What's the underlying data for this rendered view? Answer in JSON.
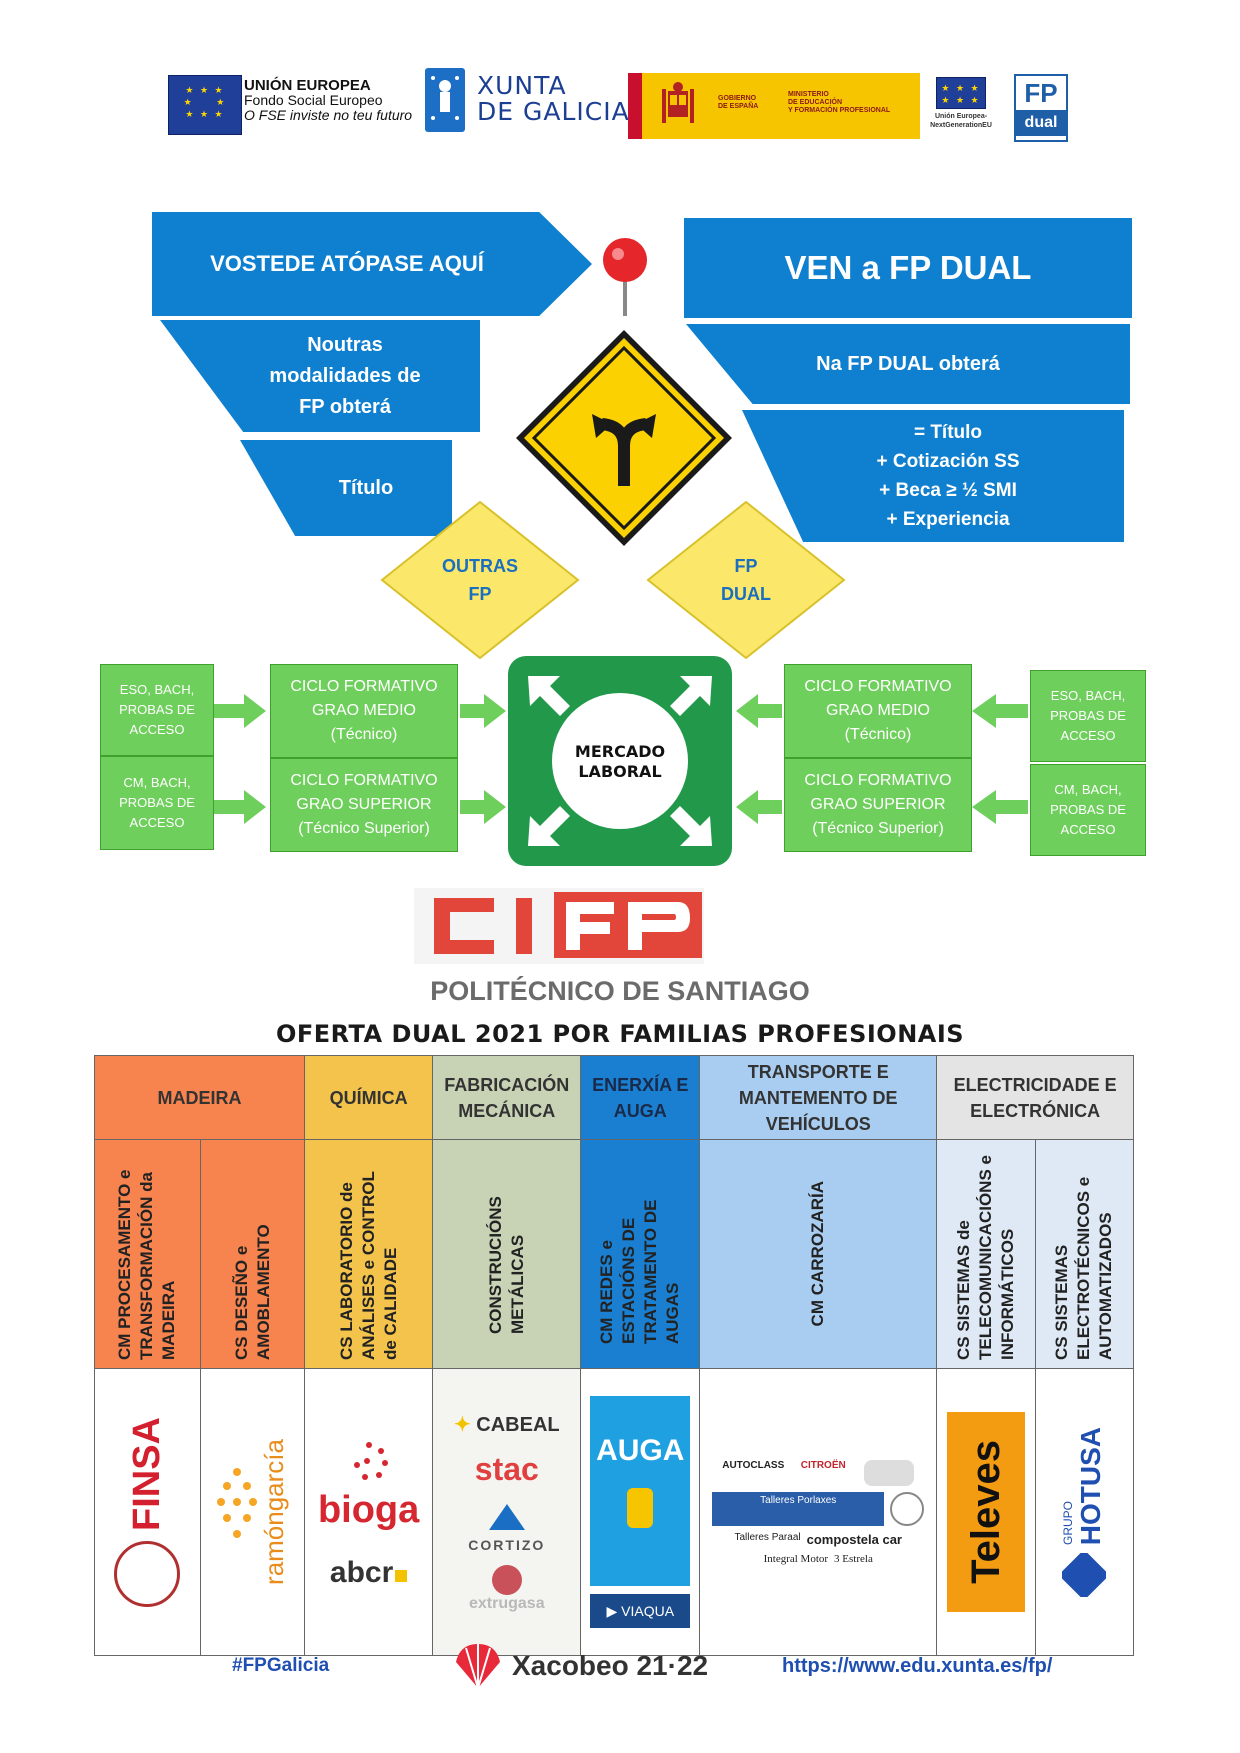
{
  "header": {
    "eu_title": "UNIÓN EUROPEA",
    "eu_fund": "Fondo Social Europeo",
    "eu_motto": "O FSE inviste no teu futuro",
    "xunta_line1": "XUNTA",
    "xunta_line2": "DE GALICIA",
    "gov_line1": "GOBIERNO",
    "gov_line2": "DE ESPAÑA",
    "min_line1": "MINISTERIO",
    "min_line2": "DE EDUCACIÓN",
    "min_line3": "Y FORMACIÓN PROFESIONAL",
    "nextgen_line1": "Unión Europea-",
    "nextgen_line2": "NextGenerationEU",
    "fp_logo_top": "FP",
    "fp_logo_bottom": "dual"
  },
  "flow": {
    "you_are_here": "VOSTEDE ATÓPASE AQUÍ",
    "come_to": "VEN a FP DUAL",
    "other_modes_1": "Noutras",
    "other_modes_2": "modalidades de",
    "other_modes_3": "FP obterá",
    "title_only": "Título",
    "dual_obtains": "Na FP DUAL obterá",
    "dual_b1": "= Título",
    "dual_b2": "+ Cotización SS",
    "dual_b3": "+ Beca ≥ ½ SMI",
    "dual_b4": "+ Experiencia",
    "outras_1": "OUTRAS",
    "outras_2": "FP",
    "dual_1": "FP",
    "dual_2": "DUAL"
  },
  "pathways": {
    "eso_access": "ESO, BACH, PROBAS DE ACCESO",
    "cm_access": "CM, BACH, PROBAS DE ACCESO",
    "cycle_label": "CICLO FORMATIVO",
    "grado_medio": "GRAO MEDIO",
    "tecnico": "(Técnico)",
    "grado_superior": "GRAO SUPERIOR",
    "tecnico_superior": "(Técnico Superior)",
    "market_1": "MERCADO",
    "market_2": "LABORAL"
  },
  "school": {
    "logo": "CIFP",
    "name": "POLITÉCNICO DE SANTIAGO",
    "offer_title": "OFERTA DUAL 2021 POR FAMILIAS PROFESIONAIS"
  },
  "families": [
    {
      "name": "MADEIRA",
      "color": "#f7834e"
    },
    {
      "name": "QUÍMICA",
      "color": "#f3c34b"
    },
    {
      "name": "FABRICACIÓN MECÁNICA",
      "color": "#c7d3b4"
    },
    {
      "name": "ENERXÍA E AUGA",
      "color": "#1a7fd0"
    },
    {
      "name": "TRANSPORTE E MANTEMENTO DE VEHÍCULOS",
      "color": "#a9cdf0"
    },
    {
      "name": "ELECTRICIDADE E ELECTRÓNICA",
      "color": "#dcdcdc"
    }
  ],
  "cycles": {
    "madeira_1": "CM PROCESAMENTO e TRANSFORMACIÓN da MADEIRA",
    "madeira_2": "CS DESEÑO e AMOBLAMENTO",
    "quimica": "CS LABORATORIO de ANÁLISES e CONTROL de CALIDADE",
    "fabricacion": "CONSTRUCIÓNS METÁLICAS",
    "enerxia": "CM REDES e ESTACIÓNS DE TRATAMENTO DE AUGAS",
    "transporte": "CM CARROZARÍA",
    "elec_1": "CS SISTEMAS de TELECOMUNICACIÓNS e INFORMÁTICOS",
    "elec_2": "CS SISTEMAS ELECTROTÉCNICOS e AUTOMATIZADOS"
  },
  "companies": {
    "finsa": "FINSA",
    "ramon_garcia": "ramóngarcía",
    "bioga": "bioga",
    "abcr": "abcr",
    "cabeal": "CABEAL",
    "stac": "stac",
    "cortizo": "CORTIZO",
    "extrugasa": "extrugasa",
    "auga_poster": "AUGA",
    "viaqua": "VIAQUA",
    "autoclass": "AUTOCLASS",
    "citroen": "CITROËN",
    "talleres_portas": "Talleres Porlaxes",
    "talleres_paraal": "Talleres Paraal",
    "compostela_car": "compostela car",
    "integral_motor": "Integral Motor",
    "tres_estrela": "3 Estrela",
    "televes": "Televes",
    "hotusa": "HOTUSA",
    "grupo": "GRUPO"
  },
  "footer": {
    "hashtag": "#FPGalicia",
    "xacobeo": "Xacobeo 21·22",
    "url": "https://www.edu.xunta.es/fp/"
  }
}
